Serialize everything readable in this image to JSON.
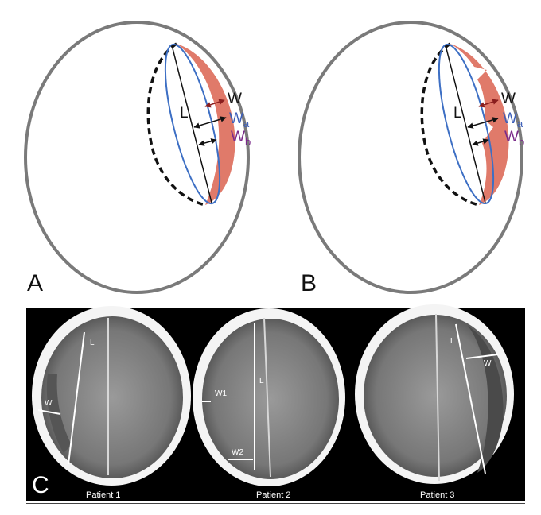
{
  "panels": {
    "a": {
      "letter": "A",
      "labels": {
        "length": "L",
        "width": "W",
        "width_a": "W",
        "width_a_sub": "a",
        "width_b": "W",
        "width_b_sub": "b"
      }
    },
    "b": {
      "letter": "B",
      "labels": {
        "length": "L",
        "width": "W",
        "width_a": "W",
        "width_a_sub": "a",
        "width_b": "W",
        "width_b_sub": "b"
      }
    },
    "c": {
      "letter": "C",
      "patients": [
        {
          "caption": "Patient 1",
          "labels": [
            "L",
            "W"
          ]
        },
        {
          "caption": "Patient 2",
          "labels": [
            "L",
            "W1",
            "W2"
          ]
        },
        {
          "caption": "Patient 3",
          "labels": [
            "L",
            "W"
          ]
        }
      ]
    }
  },
  "colors": {
    "skull_outline": "#7a7a7a",
    "hematoma_fill": "#e07a6a",
    "ellipse_blue": "#3d6fc4",
    "arrow_dark_red": "#8a1e1e",
    "label_blue": "#3d5fb8",
    "label_purple": "#7a2a8a",
    "ct_background": "#000000"
  },
  "icons": [
    "double-arrow-icon"
  ]
}
